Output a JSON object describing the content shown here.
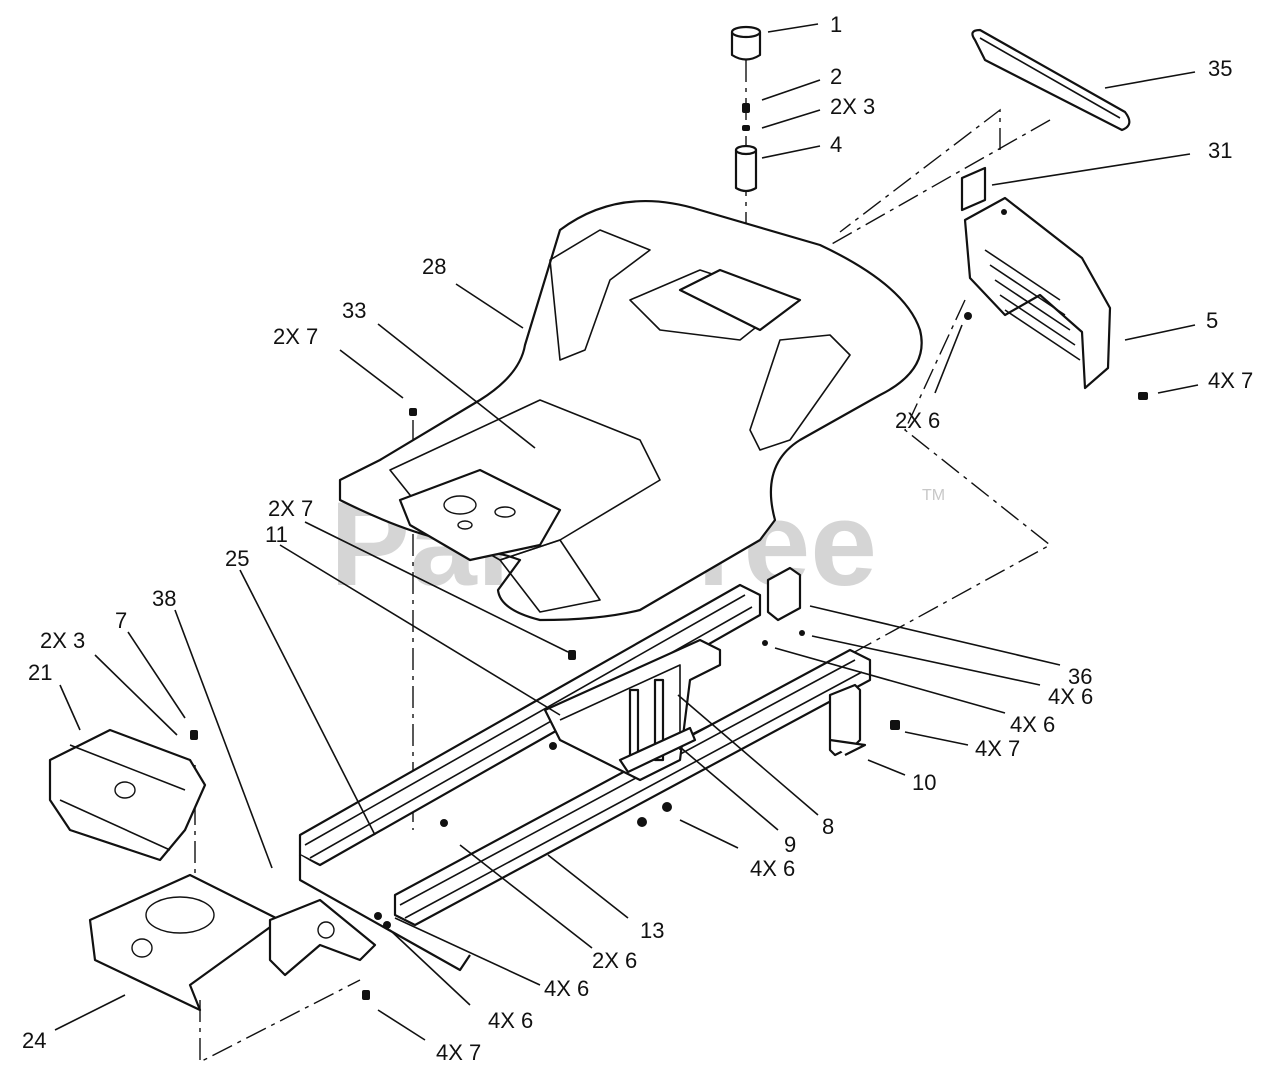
{
  "watermark": {
    "text": "PartsTree",
    "trademark": "TM"
  },
  "callouts": [
    {
      "id": "c-1",
      "label": "1"
    },
    {
      "id": "c-2",
      "label": "2"
    },
    {
      "id": "c-3a",
      "label": "2X 3"
    },
    {
      "id": "c-4",
      "label": "4"
    },
    {
      "id": "c-35",
      "label": "35"
    },
    {
      "id": "c-31",
      "label": "31"
    },
    {
      "id": "c-5",
      "label": "5"
    },
    {
      "id": "c-7a",
      "label": "4X 7"
    },
    {
      "id": "c-6a",
      "label": "2X 6"
    },
    {
      "id": "c-28",
      "label": "28"
    },
    {
      "id": "c-33",
      "label": "33"
    },
    {
      "id": "c-7b",
      "label": "2X 7"
    },
    {
      "id": "c-7c",
      "label": "2X 7"
    },
    {
      "id": "c-11",
      "label": "11"
    },
    {
      "id": "c-25",
      "label": "25"
    },
    {
      "id": "c-38",
      "label": "38"
    },
    {
      "id": "c-7d",
      "label": "7"
    },
    {
      "id": "c-3b",
      "label": "2X 3"
    },
    {
      "id": "c-21",
      "label": "21"
    },
    {
      "id": "c-36",
      "label": "36"
    },
    {
      "id": "c-6b",
      "label": "4X 6"
    },
    {
      "id": "c-6c",
      "label": "4X 6"
    },
    {
      "id": "c-7e",
      "label": "4X 7"
    },
    {
      "id": "c-10",
      "label": "10"
    },
    {
      "id": "c-8",
      "label": "8"
    },
    {
      "id": "c-9",
      "label": "9"
    },
    {
      "id": "c-6d",
      "label": "4X 6"
    },
    {
      "id": "c-13",
      "label": "13"
    },
    {
      "id": "c-6e",
      "label": "2X 6"
    },
    {
      "id": "c-6f",
      "label": "4X 6"
    },
    {
      "id": "c-6g",
      "label": "4X 6"
    },
    {
      "id": "c-7f",
      "label": "4X 7"
    },
    {
      "id": "c-24",
      "label": "24"
    }
  ]
}
